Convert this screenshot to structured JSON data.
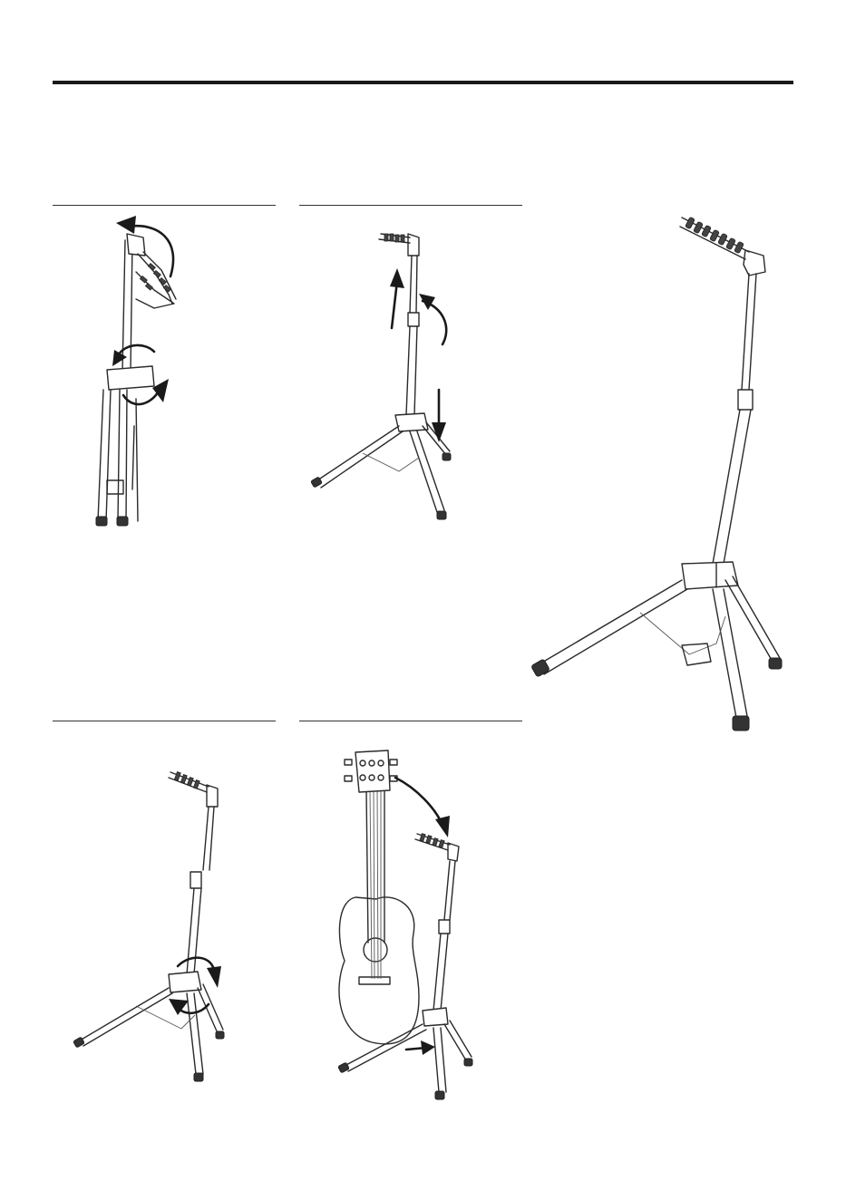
{
  "page": {
    "steps": [
      {
        "id": "step-1",
        "illustration": "stand-folded-unfold-arrows"
      },
      {
        "id": "step-2",
        "illustration": "stand-extend-neck-arrows"
      },
      {
        "id": "step-3",
        "illustration": "stand-rotate-base-arrows"
      },
      {
        "id": "step-4",
        "illustration": "guitar-placement-arrow"
      }
    ],
    "hero": {
      "illustration": "stand-assembled-large"
    }
  },
  "colors": {
    "ink": "#1a1a1a",
    "paper": "#ffffff"
  }
}
